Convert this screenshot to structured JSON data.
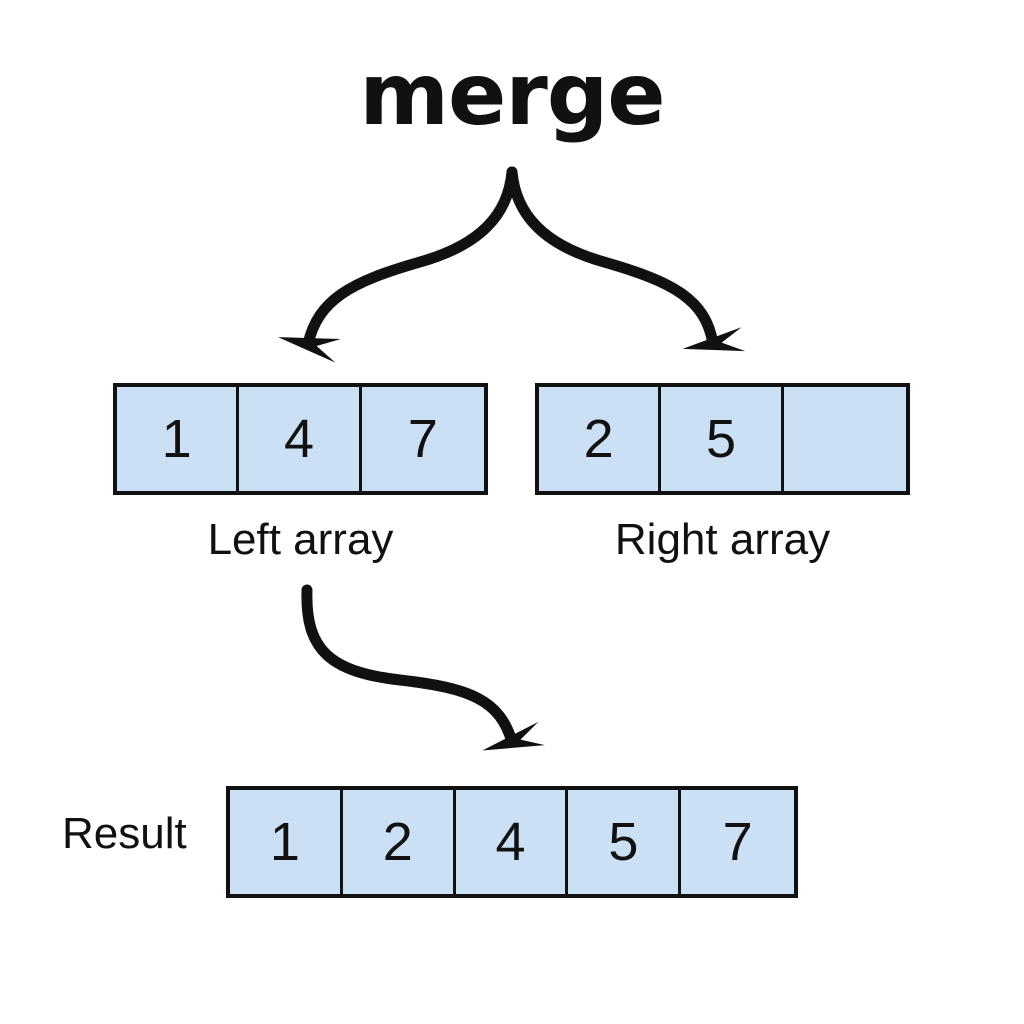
{
  "diagram": {
    "title": "merge",
    "background_color": "#ffffff",
    "cell_fill_color": "#cbe0f5",
    "cell_border_color": "#111111",
    "arrow_color": "#111111"
  },
  "left_array": {
    "caption": "Left array",
    "cells": [
      "1",
      "4",
      "7"
    ]
  },
  "right_array": {
    "caption": "Right array",
    "cells": [
      "2",
      "5",
      ""
    ]
  },
  "result_array": {
    "caption": "Result",
    "cells": [
      "1",
      "2",
      "4",
      "5",
      "7"
    ]
  },
  "arrows": [
    {
      "name": "fork-arrow-to-left-array",
      "from": "merge-title",
      "to": "left-array"
    },
    {
      "name": "fork-arrow-to-right-array",
      "from": "merge-title",
      "to": "right-array"
    },
    {
      "name": "arrow-to-result-array",
      "from": "left-array",
      "to": "result-array"
    }
  ]
}
